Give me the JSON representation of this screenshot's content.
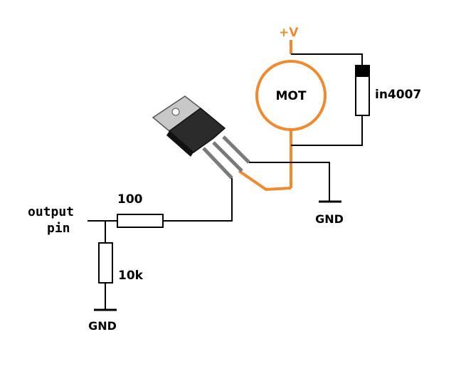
{
  "labels": {
    "supply": "+V",
    "motor": "MOT",
    "diode": "in4007",
    "gnd_right": "GND",
    "resistor_series": "100",
    "output_pin_line1": "output",
    "output_pin_line2": "pin",
    "resistor_pulldown": "10k",
    "gnd_left": "GND"
  },
  "colors": {
    "wire": "#000000",
    "highlight": "#f08a2c",
    "transistor_body": "#2b2b2b",
    "transistor_tab": "#c8c8c8",
    "background": "#ffffff"
  }
}
